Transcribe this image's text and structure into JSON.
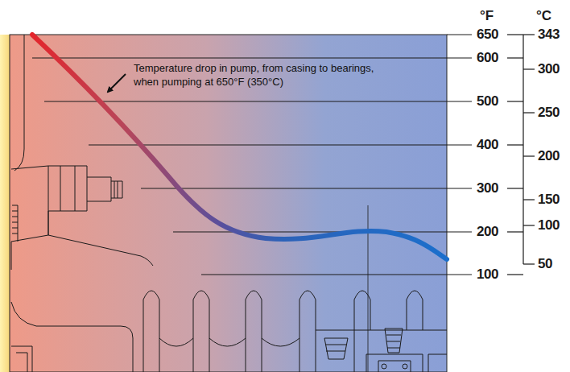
{
  "diagram": {
    "labels": [
      "Temperature drop in pump, from casing to bearings, when pumping at 650°F (350°C)",
      "°F",
      "°C",
      "650",
      "600",
      "500",
      "400",
      "300",
      "200",
      "100",
      "343",
      "300",
      "250",
      "200",
      "150",
      "100",
      "50"
    ]
  }
}
